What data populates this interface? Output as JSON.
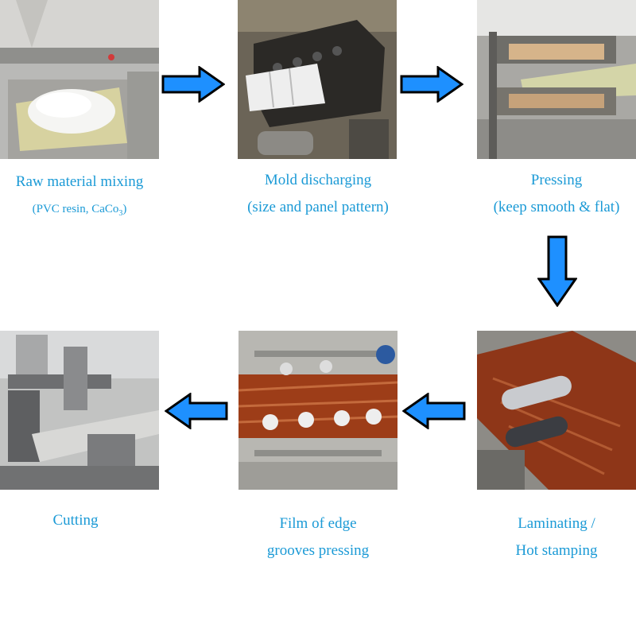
{
  "steps": [
    {
      "line1": "Raw material mixing",
      "line2": "(PVC resin, CaCo",
      "line2_sub": "3",
      "line2_end": ")",
      "photo": "mixing-machine-photo"
    },
    {
      "line1": "Mold discharging",
      "line2": "(size and panel pattern)",
      "photo": "extruder-die-photo"
    },
    {
      "line1": "Pressing",
      "line2": "(keep smooth & flat)",
      "photo": "pressing-rollers-photo"
    },
    {
      "line1": "Laminating /",
      "line2": "Hot stamping",
      "photo": "laminating-rollers-photo"
    },
    {
      "line1": "Film of edge",
      "line2": "grooves pressing",
      "photo": "edge-groove-rollers-photo"
    },
    {
      "line1": "Cutting",
      "photo": "cutting-machine-photo"
    }
  ],
  "arrows": [
    "right",
    "right",
    "down",
    "left",
    "left"
  ],
  "colors": {
    "arrow_fill": "#1e90ff",
    "arrow_stroke": "#000000",
    "label_text": "#1b9ad6"
  }
}
